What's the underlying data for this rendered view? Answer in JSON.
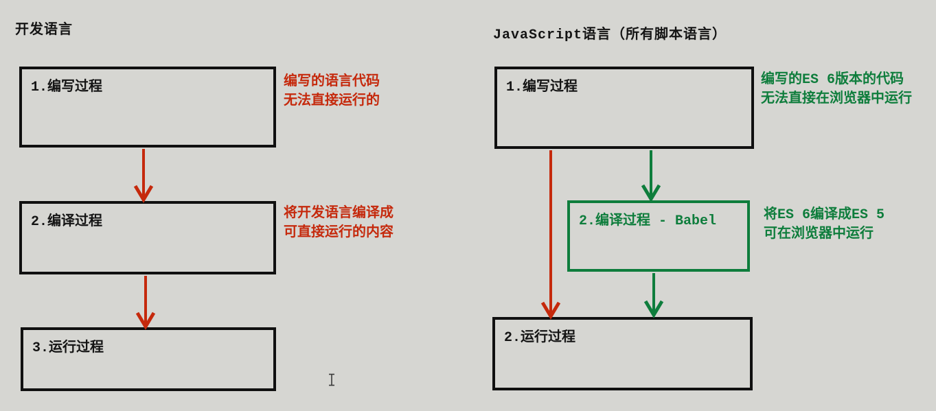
{
  "left_flow": {
    "title": "开发语言",
    "boxes": [
      {
        "label": "1.编写过程"
      },
      {
        "label": "2.编译过程"
      },
      {
        "label": "3.运行过程"
      }
    ],
    "annotations": [
      {
        "line1": "编写的语言代码",
        "line2": "无法直接运行的"
      },
      {
        "line1": "将开发语言编译成",
        "line2": "可直接运行的内容"
      }
    ],
    "accent_color": "#c5290c"
  },
  "right_flow": {
    "title": "JavaScript语言（所有脚本语言）",
    "boxes": [
      {
        "label": "1.编写过程"
      },
      {
        "label": "2.编译过程 - Babel"
      },
      {
        "label": "2.运行过程"
      }
    ],
    "annotations": [
      {
        "line1": "编写的ES 6版本的代码",
        "line2": "无法直接在浏览器中运行"
      },
      {
        "line1": "将ES 6编译成ES 5",
        "line2": "可在浏览器中运行"
      }
    ],
    "accent_color": "#0e7d3c"
  },
  "colors": {
    "background": "#d6d6d2",
    "box_border": "#101010",
    "text": "#141414",
    "red": "#c5290c",
    "green": "#0e7d3c"
  }
}
